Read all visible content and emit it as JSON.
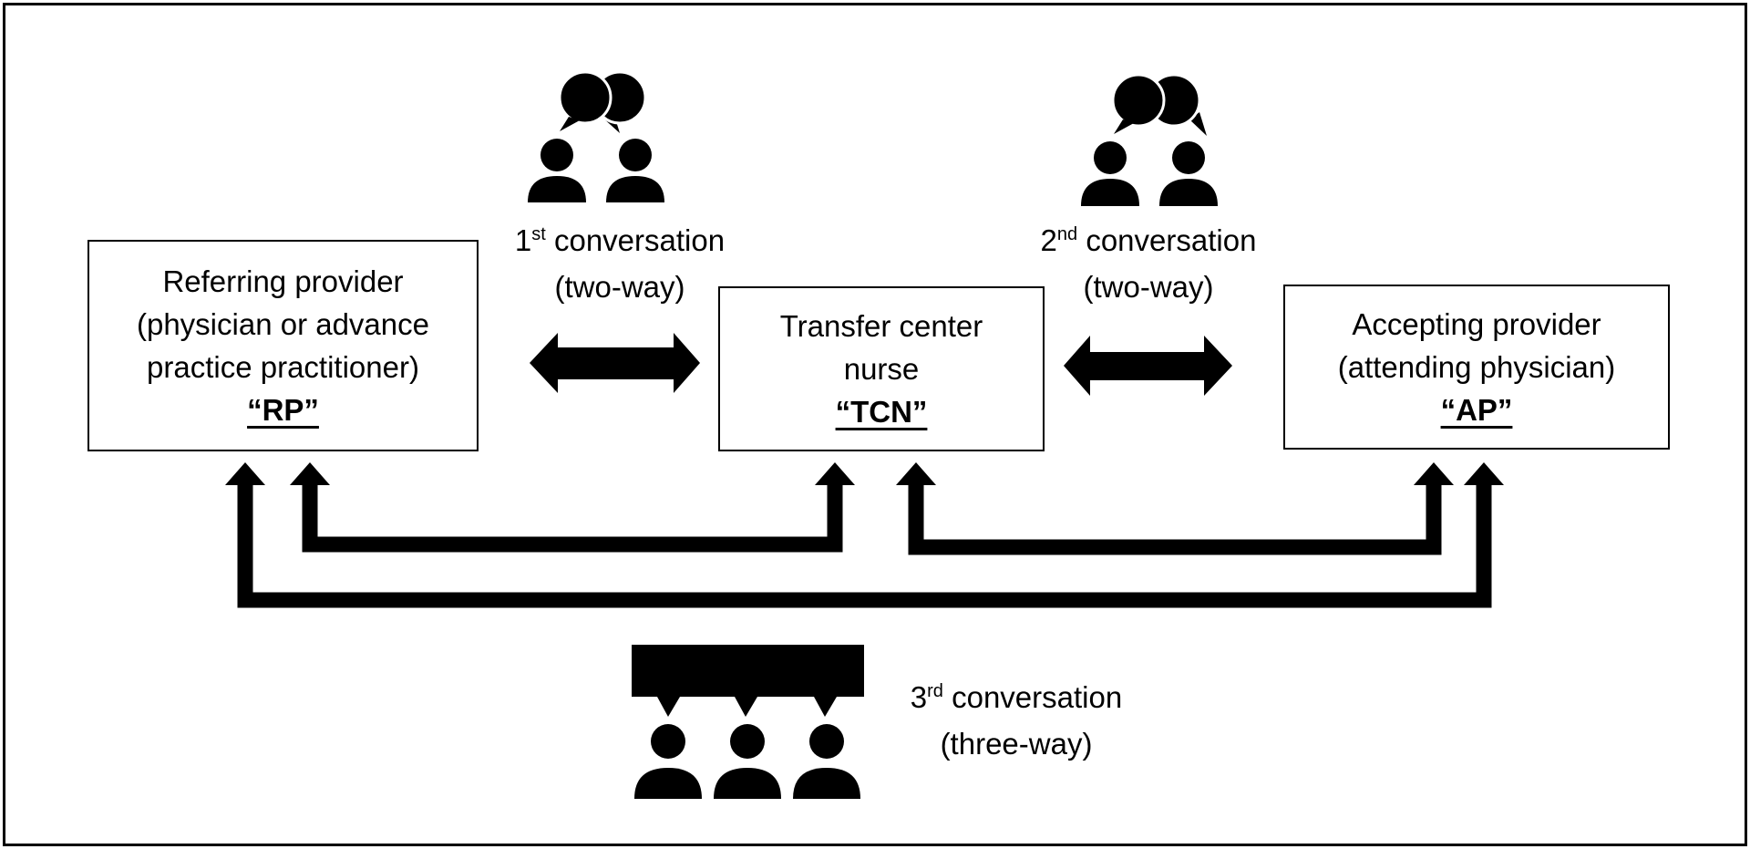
{
  "nodes": {
    "rp": {
      "lines": [
        "Referring provider",
        "(physician or advance",
        "practice practitioner)"
      ],
      "abbr": "“RP”"
    },
    "tcn": {
      "lines": [
        "Transfer center",
        "nurse"
      ],
      "abbr": "“TCN”"
    },
    "ap": {
      "lines": [
        "Accepting provider",
        "(attending physician)"
      ],
      "abbr": "“AP”"
    }
  },
  "conversations": {
    "first": {
      "ordinal": "1",
      "suffix": "st",
      "label": " conversation",
      "mode": "(two-way)"
    },
    "second": {
      "ordinal": "2",
      "suffix": "nd",
      "label": " conversation",
      "mode": "(two-way)"
    },
    "third": {
      "ordinal": "3",
      "suffix": "rd",
      "label": " conversation",
      "mode": "(three-way)"
    }
  },
  "icons": {
    "first": "two-people-chat-icon",
    "second": "two-people-chat-icon",
    "third": "three-people-group-chat-icon"
  }
}
